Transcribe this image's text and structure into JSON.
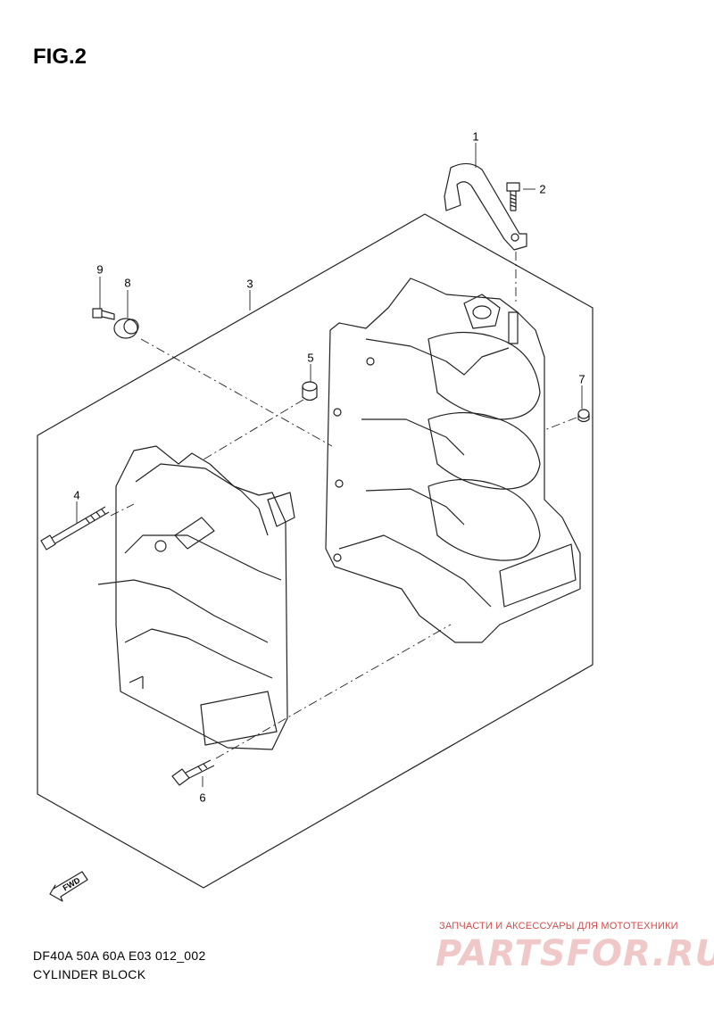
{
  "header": {
    "figure_label": "FIG.2"
  },
  "callouts": [
    {
      "num": "1",
      "part": "bracket"
    },
    {
      "num": "2",
      "part": "bolt"
    },
    {
      "num": "3",
      "part": "cylinder-block-assembly"
    },
    {
      "num": "4",
      "part": "long-bolt"
    },
    {
      "num": "5",
      "part": "dowel-pin"
    },
    {
      "num": "6",
      "part": "flange-bolt"
    },
    {
      "num": "7",
      "part": "plug"
    },
    {
      "num": "8",
      "part": "washer"
    },
    {
      "num": "9",
      "part": "small-bolt"
    }
  ],
  "fwd_label": "FWD",
  "footer": {
    "code": "DF40A 50A 60A E03 012_002",
    "name": "CYLINDER BLOCK"
  },
  "watermark": {
    "tagline": "ЗАПЧАСТИ И АКСЕССУАРЫ ДЛЯ МОТОТЕХНИКИ",
    "logo": "PARTSFOR.RU"
  },
  "colors": {
    "line": "#222222",
    "watermark_tag": "#d44a4a",
    "watermark_logo": "#f0c8c8"
  }
}
